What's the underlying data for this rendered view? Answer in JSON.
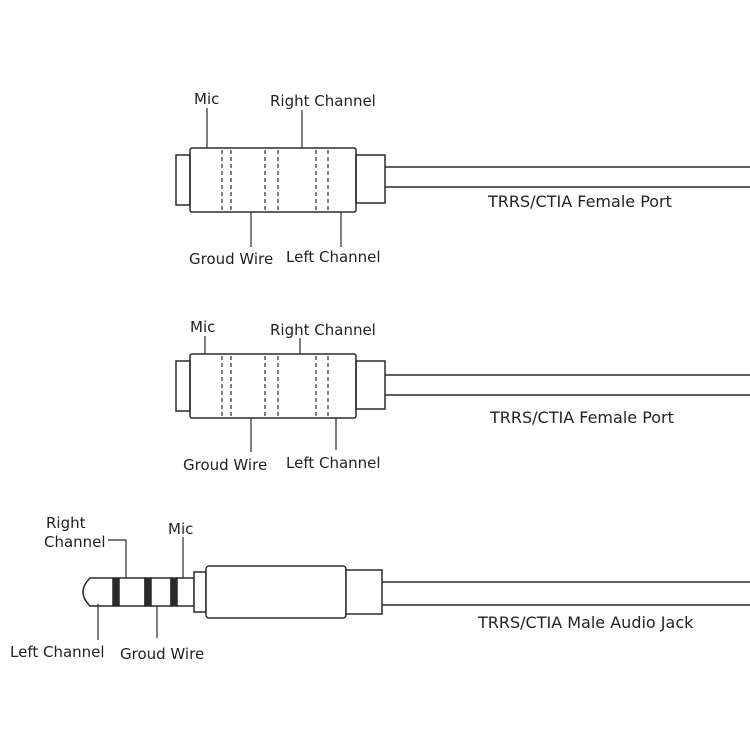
{
  "colors": {
    "line": "#2a2a2a",
    "text": "#222222",
    "background": "#ffffff"
  },
  "port1": {
    "mic": "Mic",
    "right_channel": "Right Channel",
    "ground_wire": "Groud Wire",
    "left_channel": "Left Channel",
    "caption": "TRRS/CTIA Female Port"
  },
  "port2": {
    "mic": "Mic",
    "right_channel": "Right Channel",
    "ground_wire": "Groud Wire",
    "left_channel": "Left Channel",
    "caption": "TRRS/CTIA Female Port"
  },
  "jack": {
    "right_line1": "Right",
    "right_line2": "Channel",
    "mic": "Mic",
    "left_channel": "Left Channel",
    "ground_wire": "Groud Wire",
    "caption": "TRRS/CTIA  Male Audio Jack"
  }
}
